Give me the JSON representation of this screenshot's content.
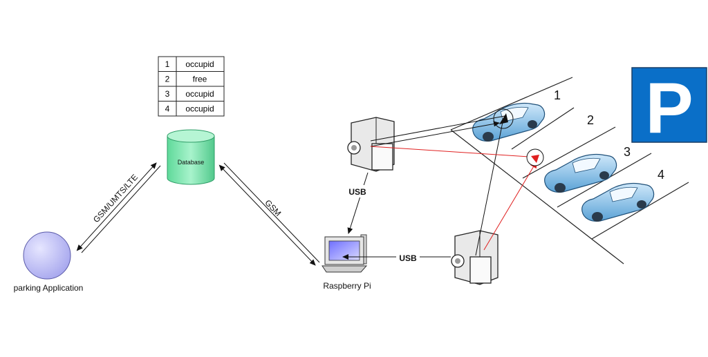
{
  "status_table": {
    "rows": [
      {
        "id": "1",
        "status": "occupid"
      },
      {
        "id": "2",
        "status": "free"
      },
      {
        "id": "3",
        "status": "occupid"
      },
      {
        "id": "4",
        "status": "occupid"
      }
    ]
  },
  "nodes": {
    "database": "Database",
    "app": "parking Application",
    "raspberry": "Raspberry Pi"
  },
  "links": {
    "app_db": "GSM/UMTS/LTE",
    "db_pi": "GSM",
    "cam1_pi": "USB",
    "cam2_pi": "USB"
  },
  "spots": [
    "1",
    "2",
    "3",
    "4"
  ],
  "sign": {
    "letter": "P"
  },
  "colors": {
    "db_fill": "#7ee8b4",
    "app_fill": "#c8c8f8",
    "sign_blue": "#0a6fc8",
    "car_fill": "#8ec4ea",
    "laser": "#e02020"
  }
}
